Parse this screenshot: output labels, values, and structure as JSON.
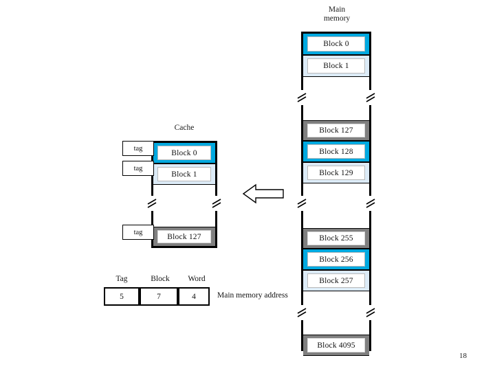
{
  "page": {
    "number": "18",
    "background": "#ffffff"
  },
  "colors": {
    "highlight_cyan": "#00A9E0",
    "light_blue": "#DCEBF7",
    "gray": "#808080",
    "outline": "#000000",
    "plate_white": "#ffffff"
  },
  "main_memory": {
    "title": "Main\nmemory",
    "blocks": [
      {
        "label": "Block 0",
        "fill": "cyan"
      },
      {
        "label": "Block 1",
        "fill": "light"
      },
      {
        "label": "Block 127",
        "fill": "gray"
      },
      {
        "label": "Block 128",
        "fill": "cyan"
      },
      {
        "label": "Block 129",
        "fill": "light"
      },
      {
        "label": "Block 255",
        "fill": "gray"
      },
      {
        "label": "Block 256",
        "fill": "cyan"
      },
      {
        "label": "Block 257",
        "fill": "light"
      },
      {
        "label": "Block 4095",
        "fill": "gray"
      }
    ]
  },
  "cache": {
    "title": "Cache",
    "tag_label": "tag",
    "blocks": [
      {
        "label": "Block 0",
        "fill": "cyan",
        "tag": "tag"
      },
      {
        "label": "Block 1",
        "fill": "light",
        "tag": "tag"
      },
      {
        "label": "Block 127",
        "fill": "gray",
        "tag": "tag"
      }
    ]
  },
  "address": {
    "caption": "Main memory address",
    "fields": [
      {
        "name": "Tag",
        "bits": "5"
      },
      {
        "name": "Block",
        "bits": "7"
      },
      {
        "name": "Word",
        "bits": "4"
      }
    ]
  },
  "arrow": {
    "direction": "left",
    "name": "mapping-arrow"
  }
}
